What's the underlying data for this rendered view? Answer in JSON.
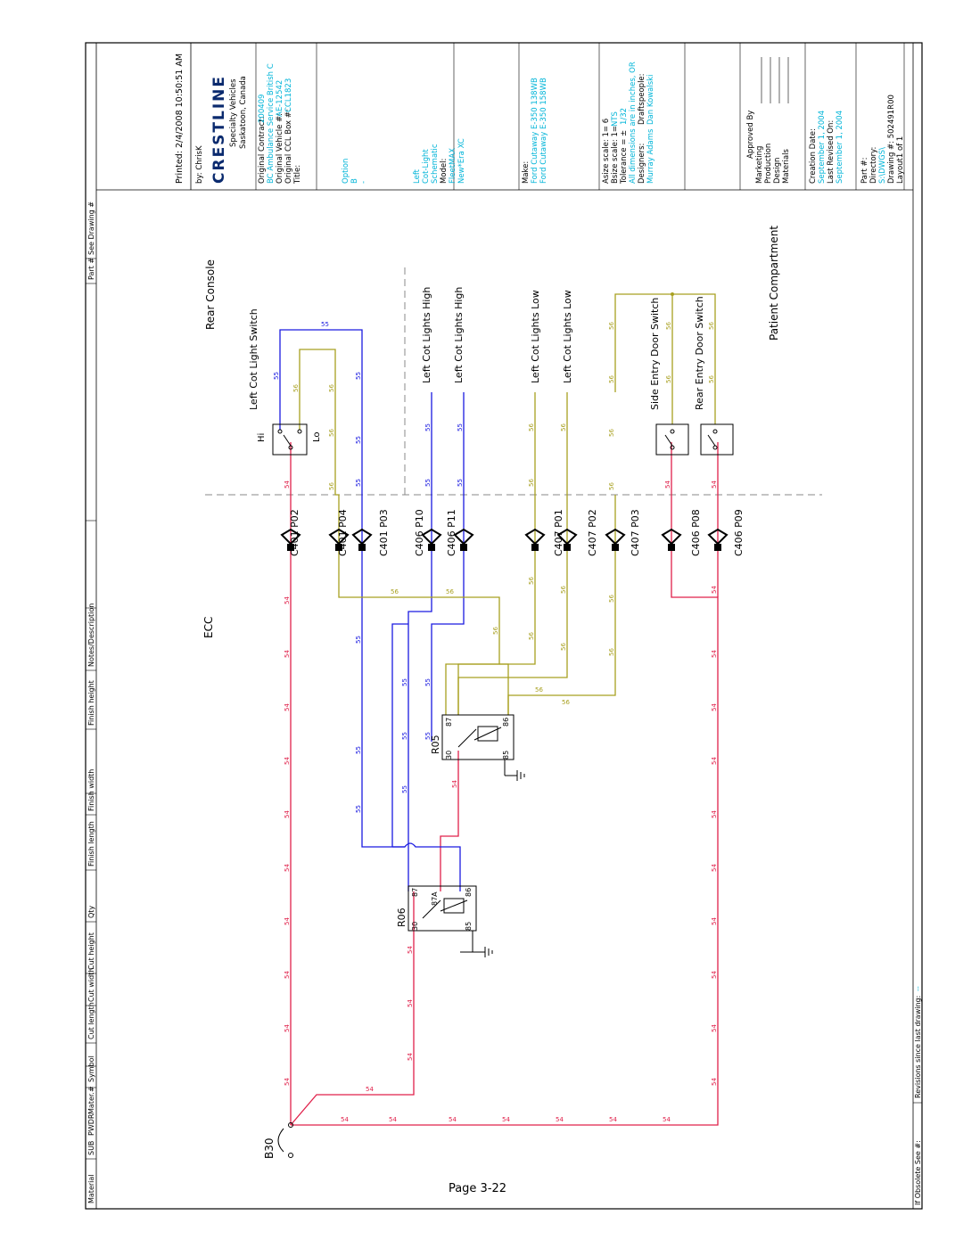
{
  "title_block": {
    "printed": "Printed: 2/4/2008 10:50:51 AM",
    "by": "by: ChrisK",
    "logo": "CRESTLINE",
    "company_line1": "Specialty Vehicles",
    "company_line2": "Saskatoon, Canada",
    "original_contract_label": "Original Contract:",
    "original_contract_value": "200409",
    "original_contract_extra": "BC Ambulance Service British C",
    "original_vehicle_label": "Original Vehicle #:",
    "original_vehicle_value": "AE-12542",
    "original_ccl_label": "Original CCL Box #:",
    "original_ccl_value": "CCL1823",
    "title_label": "Title:",
    "option_lines": [
      "Option",
      "B",
      "-"
    ],
    "title_lines": [
      "Left",
      "Cot-Light",
      "Schematic"
    ],
    "model_label": "Model:",
    "model_values": [
      "FleetMAX",
      "New*Era XC"
    ],
    "make_label": "Make:",
    "make_values": [
      "Ford Cutaway E-350 138WB",
      "Ford Cutaway E-350 158WB"
    ],
    "asize_scale": "Asize scale: 1= 6",
    "bsize_scale": "Bsize scale: 1= ",
    "bsize_value": "NTS",
    "tolerance": "Tolerance = ±",
    "tolerance_value": "1/32",
    "all_dims": "All dimensions are in inches, OR",
    "designers_label": "Designers:",
    "designers_value": "Murray Adams",
    "draftspeople_label": "Draftspeople:",
    "draftspeople_value": "Dan Kowalski",
    "approved_by": "Approved By",
    "approvals": [
      "Marketing",
      "Production",
      "Design",
      "Materials"
    ],
    "creation_date_label": "Creation Date:",
    "creation_date_value": "September 1, 2004",
    "last_revised_label": "Last Revised On:",
    "last_revised_value": "September 1, 2004",
    "part_label": "Part #:",
    "directory_label": "Directory:",
    "directory_value": "S:\\DWGS\\",
    "drawing_label": "Drawing #: 502491R00",
    "layout_label": "Layout1 of 1"
  },
  "table_headers": [
    "Material",
    "SUB",
    "PWDR",
    "Mater.#",
    "Symbol",
    "Cut length",
    "Cut width",
    "Cut height",
    "Qty",
    "Finish length",
    "Finish width",
    "Finish height",
    "Notes/Description",
    "Part #",
    "See Drawing #"
  ],
  "footer": {
    "obsolete": "If Obsolete See #:",
    "revisions": "Revisions since last drawing:",
    "revisions_value": "--",
    "page": "Page 3-22"
  },
  "areas": {
    "rear_console": "Rear Console",
    "ecc": "ECC",
    "patient_compartment": "Patient Compartment"
  },
  "devices": {
    "cot_switch": "Left Cot Light Switch",
    "hi": "Hi",
    "lo": "Lo",
    "side_door": "Side Entry Door Switch",
    "rear_door": "Rear Entry Door Switch",
    "ground_source": "B30",
    "relay_r05": "R05",
    "relay_r06": "R06",
    "lights": [
      "Left Cot Lights High",
      "Left Cot Lights High",
      "Left Cot Lights Low",
      "Left Cot Lights Low"
    ]
  },
  "connectors": [
    "C401 P02",
    "C401 P04",
    "C401 P03",
    "C406 P10",
    "C406 P11",
    "C407 P01",
    "C407 P02",
    "C407 P03",
    "C406 P08",
    "C406 P09"
  ],
  "relay_pins": {
    "r05": [
      "87",
      "86",
      "30",
      "85"
    ],
    "r06": [
      "87",
      "87A",
      "86",
      "30",
      "85"
    ]
  },
  "wires": {
    "red": "54",
    "blue": "55",
    "olive": "56"
  },
  "colors": {
    "red": "#e0204a",
    "blue": "#1a1ae0",
    "olive": "#a8a020",
    "line": "#000000",
    "cyan": "#00b4d8"
  }
}
